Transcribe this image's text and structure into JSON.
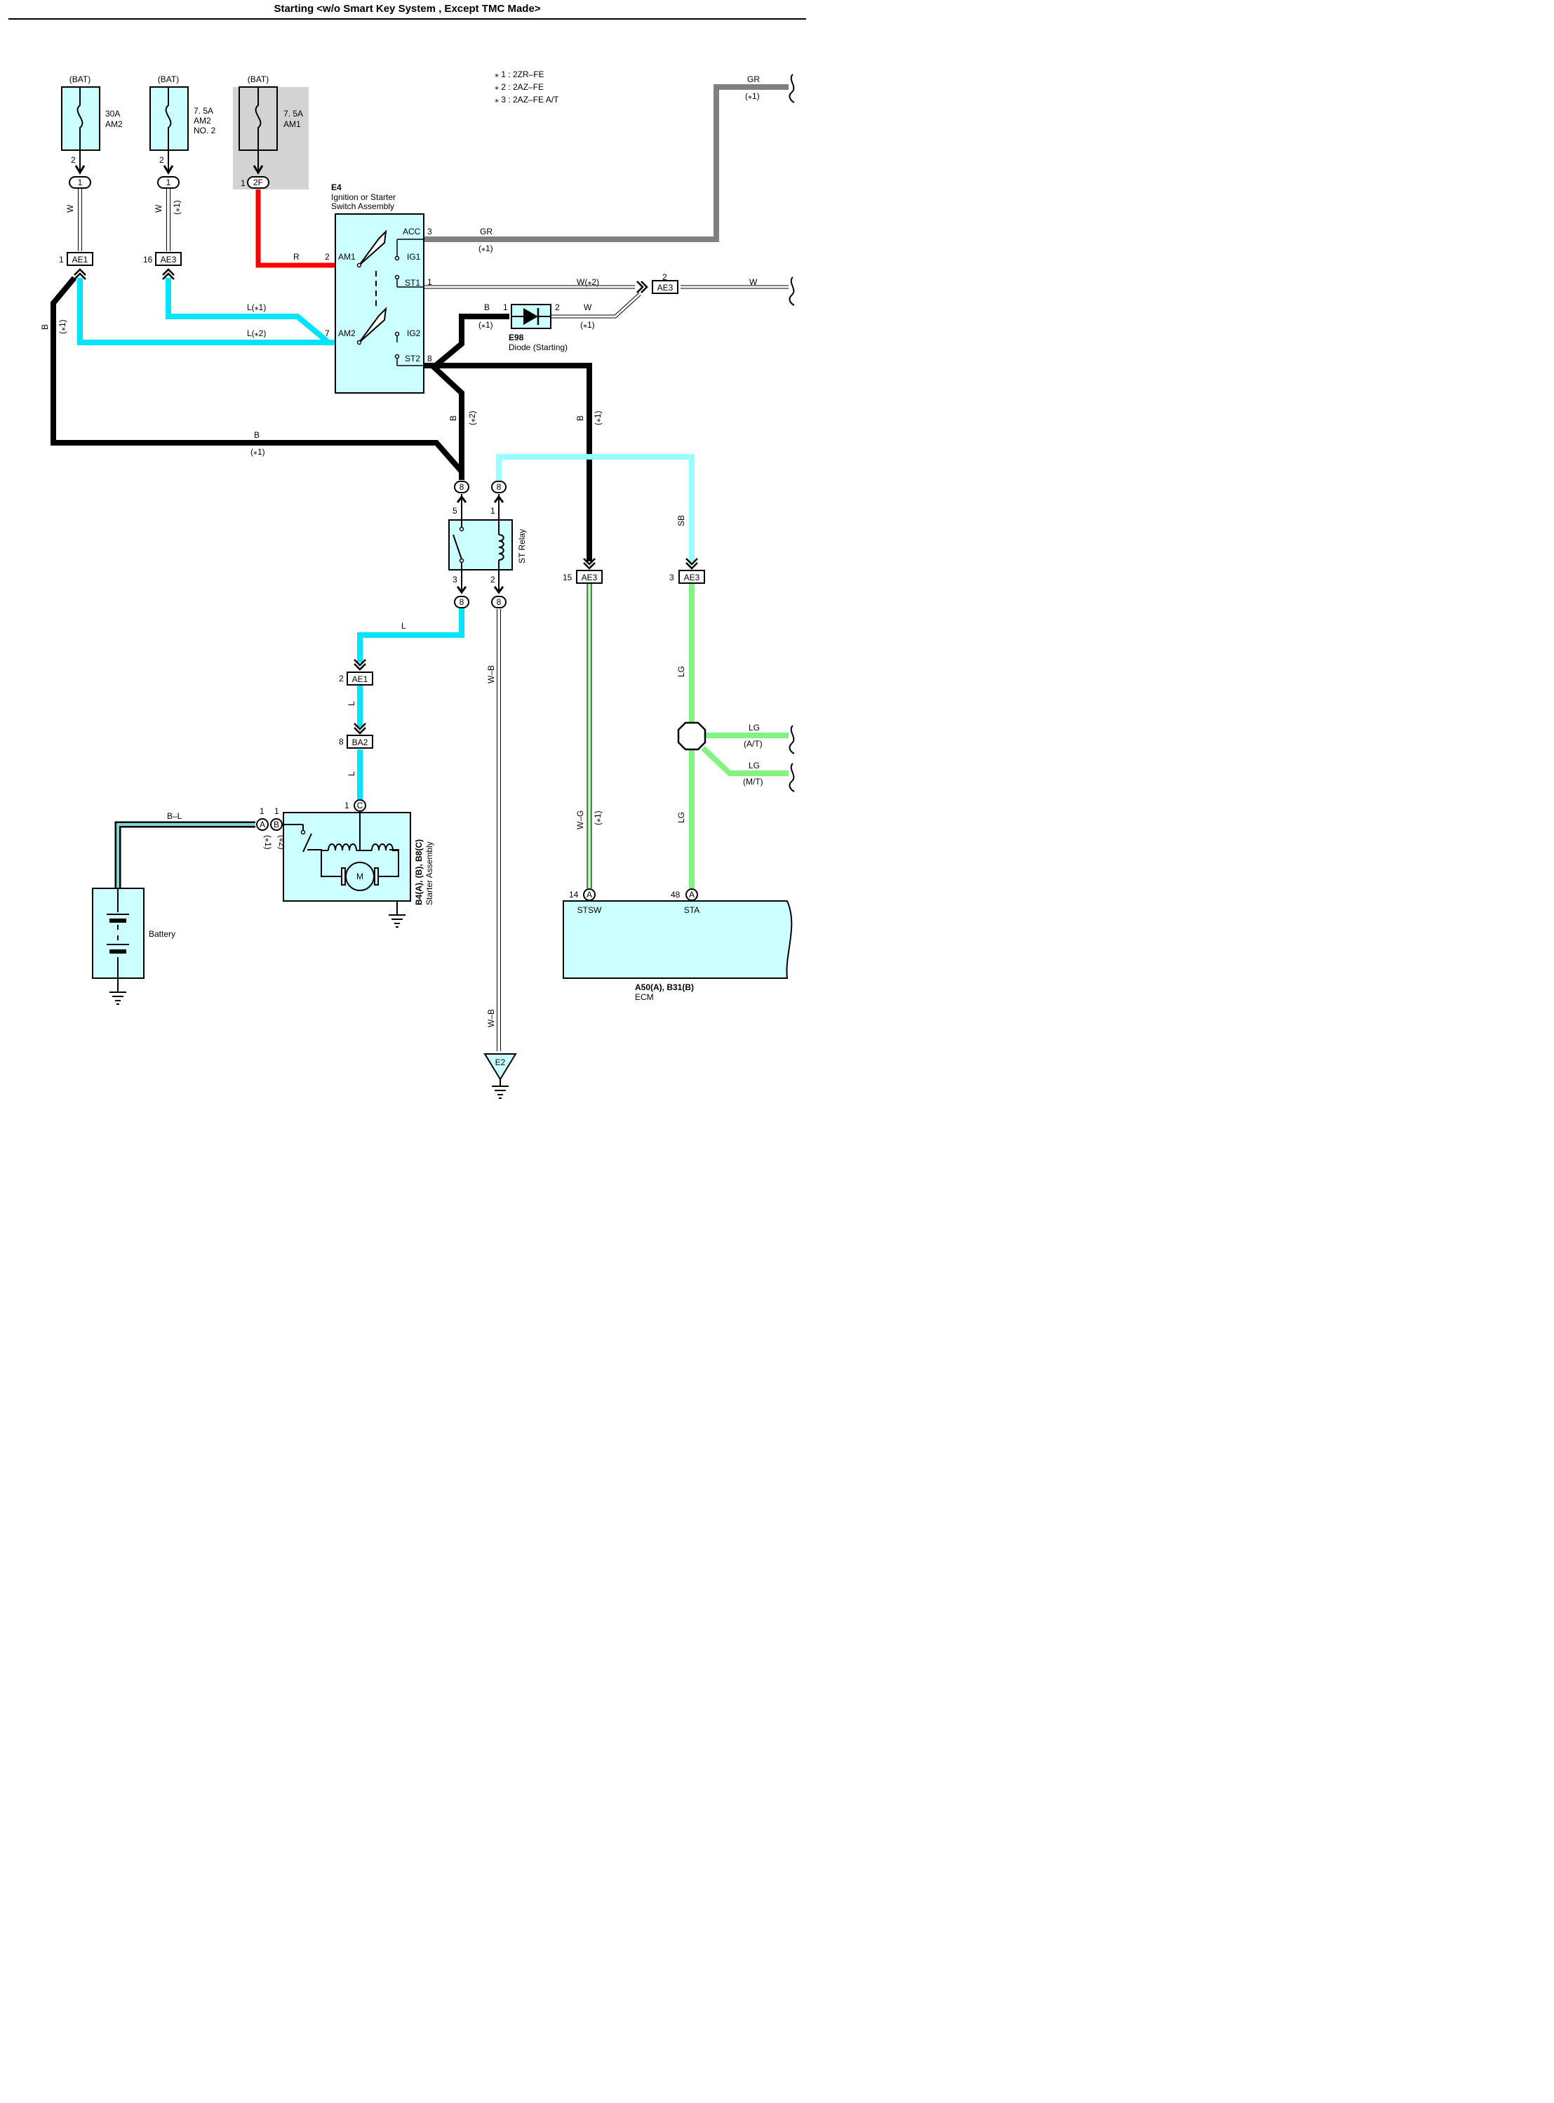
{
  "title": "Starting <w/o Smart Key System , Except TMC Made>",
  "notes": [
    "⁎ 1 : 2ZR–FE",
    "⁎ 2 : 2AZ–FE",
    "⁎ 3 : 2AZ–FE A/T"
  ],
  "colors": {
    "box_fill": "#ccffff",
    "L": "#00e5ff",
    "SB": "#99ffff",
    "LG": "#7ff57f",
    "R": "#ff0000",
    "GR": "#808080",
    "B": "#000000",
    "fuse_shade": "#d3d3d3"
  },
  "fuses": [
    {
      "bat": "(BAT)",
      "rating": "30A",
      "name1": "AM2",
      "name2": "",
      "pin": "2",
      "conn": "1",
      "conn_pin": ""
    },
    {
      "bat": "(BAT)",
      "rating": "7. 5A",
      "name1": "AM2",
      "name2": "NO. 2",
      "pin": "2",
      "conn": "1",
      "conn_pin": ""
    },
    {
      "bat": "(BAT)",
      "rating": "7. 5A",
      "name1": "AM1",
      "name2": "",
      "pin": "",
      "conn": "2F",
      "conn_pin": "1"
    }
  ],
  "ignition": {
    "code": "E4",
    "name1": "Ignition or Starter",
    "name2": "Switch Assembly",
    "terms": [
      "ACC",
      "IG1",
      "ST1",
      "AM1",
      "AM2",
      "IG2",
      "ST2"
    ],
    "pins": {
      "acc": "3",
      "am1": "2",
      "st1": "1",
      "am2": "7",
      "st2": "8"
    }
  },
  "diode": {
    "code": "E98",
    "name": "Diode (Starting)",
    "pin_in": "1",
    "pin_out": "2"
  },
  "relay": {
    "name": "ST Relay",
    "pins": [
      "5",
      "1",
      "3",
      "2"
    ],
    "conn": "8"
  },
  "starter": {
    "code": "B4(A), (B), B8(C)",
    "name": "Starter Assembly",
    "conn_a": "A",
    "conn_b": "B",
    "conn_c": "C",
    "pin_a": "1",
    "pin_b": "1",
    "pin_c": "1",
    "motor": "M"
  },
  "battery": {
    "name": "Battery"
  },
  "ecm": {
    "code": "A50(A), B31(B)",
    "name": "ECM",
    "term1": "STSW",
    "term2": "STA",
    "pin1": "14",
    "pin2": "48",
    "conn": "A"
  },
  "ground": {
    "code": "E2"
  },
  "connectors": {
    "ae1_top": {
      "label": "AE1",
      "pin": "1"
    },
    "ae3_top": {
      "label": "AE3",
      "pin": "16"
    },
    "ae3_right": {
      "label": "AE3",
      "pin": "2"
    },
    "ae3_15": {
      "label": "AE3",
      "pin": "15"
    },
    "ae3_3": {
      "label": "AE3",
      "pin": "3"
    },
    "ae1_mid": {
      "label": "AE1",
      "pin": "2"
    },
    "ba2": {
      "label": "BA2",
      "pin": "8"
    }
  },
  "wire_labels": {
    "w1": "W",
    "w2": "W",
    "w2_note": "(⁎1)",
    "r": "R",
    "gr_switch": "GR",
    "gr_switch_note": "(⁎1)",
    "gr_top": "GR",
    "gr_top_note": "(⁎1)",
    "w_st1": "W(⁎2)",
    "w_right": "W",
    "b_diode": "B",
    "b_diode_note": "(⁎1)",
    "w_diode": "W",
    "w_diode_note": "(⁎1)",
    "l1": "L(⁎1)",
    "l2": "L(⁎2)",
    "b_left": "B",
    "b_left_note": "(⁎1)",
    "b_bottom": "B",
    "b_bottom_note": "(⁎1)",
    "b_relay": "B",
    "b_relay_note": "(⁎2)",
    "b_right": "B",
    "b_right_note": "(⁎1)",
    "sb": "SB",
    "l_relay": "L",
    "l_ae1": "L",
    "l_ba2": "L",
    "wb_top": "W–B",
    "wb_bottom": "W–B",
    "wg": "W–G",
    "wg_note": "(⁎1)",
    "lg_top": "LG",
    "lg_bottom": "LG",
    "lg_at": "LG",
    "lg_at_note": "(A/T)",
    "lg_mt": "LG",
    "lg_mt_note": "(M/T)",
    "bl": "B–L",
    "starter_note_a": "(⁎1)",
    "starter_note_b": "(⁎2)"
  }
}
